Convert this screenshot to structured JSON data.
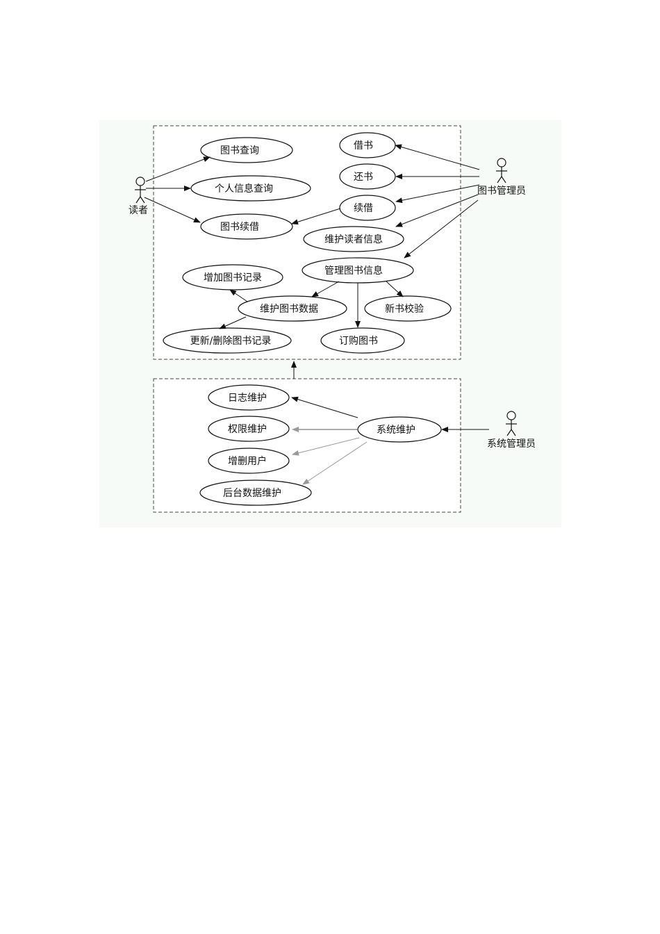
{
  "diagram": {
    "actors": {
      "reader": "读者",
      "librarian": "图书管理员",
      "sysadmin": "系统管理员"
    },
    "usecases": {
      "book_query": "图书查询",
      "personal_info_query": "个人信息查询",
      "book_renew": "图书续借",
      "borrow": "借书",
      "return": "还书",
      "renew": "续借",
      "maintain_reader_info": "维护读者信息",
      "manage_book_info": "管理图书信息",
      "add_book_record": "增加图书记录",
      "maintain_book_data": "维护图书数据",
      "new_book_check": "新书校验",
      "update_delete_record": "更新/删除图书记录",
      "order_book": "订购图书",
      "log_maintain": "日志维护",
      "permission_maintain": "权限维护",
      "add_delete_user": "增删用户",
      "backend_data_maintain": "后台数据维护",
      "system_maintain": "系统维护"
    }
  }
}
